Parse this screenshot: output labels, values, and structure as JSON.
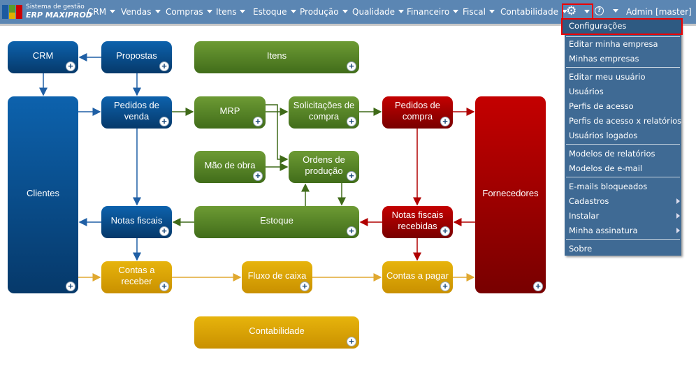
{
  "header": {
    "brand_line1": "Sistema de gestão",
    "brand_line2": "ERP MAXIPROD",
    "nav": [
      "CRM",
      "Vendas",
      "Compras",
      "Itens",
      "Estoque",
      "Produção",
      "Qualidade",
      "Financeiro",
      "Fiscal",
      "Contabilidade"
    ],
    "user": "Admin [master]",
    "settings_icon": "gear-icon",
    "help_icon": "question-circle-icon"
  },
  "settings_menu": {
    "items": [
      "Configurações",
      "Editar minha empresa",
      "Minhas empresas",
      "Editar meu usuário",
      "Usuários",
      "Perfis de acesso",
      "Perfis de acesso x relatórios",
      "Usuários logados",
      "Modelos de relatórios",
      "Modelos de e-mail",
      "E-mails bloqueados",
      "Cadastros",
      "Instalar",
      "Minha assinatura",
      "Sobre"
    ],
    "selected": "Configurações"
  },
  "flow": {
    "boxes": [
      "CRM",
      "Propostas",
      "Itens",
      "Clientes",
      "Pedidos de venda",
      "MRP",
      "Solicitações de compra",
      "Pedidos de compra",
      "Fornecedores",
      "Mão de obra",
      "Ordens de produção",
      "Notas fiscais",
      "Estoque",
      "Notas fiscais recebidas",
      "Contas a receber",
      "Fluxo de caixa",
      "Contas a pagar",
      "Contabilidade"
    ],
    "plus": "+"
  },
  "colors": {
    "header": "#5b86b3",
    "menu": "#3f6a94",
    "blue": "#0d62ad",
    "green": "#6d9b34",
    "red": "#c40000",
    "gold": "#e7b40c",
    "highlight": "#ee0000"
  }
}
